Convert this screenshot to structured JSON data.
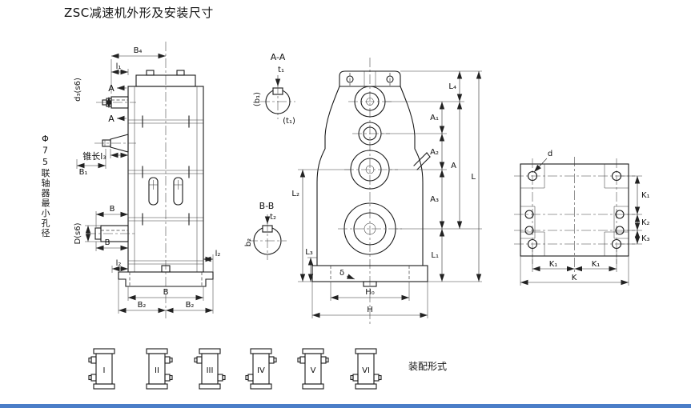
{
  "page": {
    "title": "ZSC减速机外形及安装尺寸",
    "bottom_rule_color": "#4b7ec8"
  },
  "side_view": {
    "dim_b4": "B₄",
    "dim_l1": "l₁",
    "dim_d3": "d₃(s6)",
    "section_marker_a_top": "A",
    "section_marker_a_bottom": "A",
    "cone_length_label": "锥长l₃",
    "dim_b1": "B₁",
    "coupling_note": "Φ75联轴器最小孔径",
    "dim_b_upper": "B",
    "dim_D": "D(s6)",
    "dim_b_lower": "B",
    "dim_l2_left": "l₂",
    "dim_l2_right": "l₂",
    "dim_b_bottom": "B",
    "dim_b2_left": "B₂",
    "dim_b2_right": "B₂"
  },
  "section_aa": {
    "title": "A-A",
    "dim_t1_top": "t₁",
    "dim_b1": "(b₁)",
    "dim_t1_bottom": "(t₁)"
  },
  "section_bb": {
    "title": "B-B",
    "dim_t2": "t₂",
    "dim_b2": "b₂"
  },
  "front_view": {
    "dim_l4": "L₄",
    "dim_a1": "A₁",
    "dim_a2": "A₂",
    "dim_a3": "A₃",
    "dim_a": "A",
    "dim_l": "L",
    "dim_l1": "L₁",
    "dim_l2": "L₂",
    "dim_l3": "L₃",
    "dim_delta": "δ",
    "dim_h0": "H₀",
    "dim_h": "H"
  },
  "base_view": {
    "dim_d": "d",
    "dim_k1_right": "K₁",
    "dim_k2": "K₂",
    "dim_k3": "K₃",
    "dim_k1_bottom_left": "K₁",
    "dim_k1_bottom_right": "K₁",
    "dim_k": "K"
  },
  "assembly": {
    "caption": "装配形式",
    "variants": [
      "I",
      "II",
      "III",
      "IV",
      "V",
      "VI"
    ]
  }
}
